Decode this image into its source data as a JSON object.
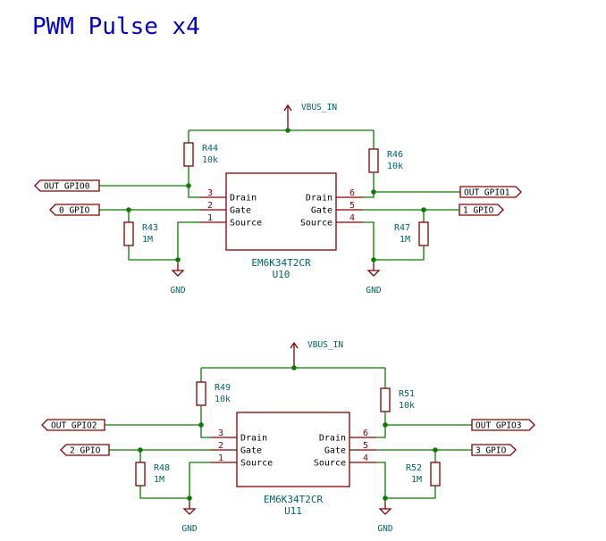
{
  "title": "PWM Pulse x4",
  "power": {
    "vbus": "VBUS_IN",
    "gnd": "GND"
  },
  "pin_names": {
    "drain": "Drain",
    "gate": "Gate",
    "source": "Source"
  },
  "colors": {
    "wire": "#0a7a00",
    "component": "#840000",
    "body_fill": "#ffffe0",
    "ref_text": "#006464",
    "title": "#0000c8"
  },
  "blocks": [
    {
      "chip": {
        "part": "EM6K34T2CR",
        "ref": "U10"
      },
      "left_pins": [
        "3",
        "2",
        "1"
      ],
      "right_pins": [
        "6",
        "5",
        "4"
      ],
      "r_pull_left": {
        "ref": "R44",
        "value": "10k"
      },
      "r_pull_right": {
        "ref": "R46",
        "value": "10k"
      },
      "r_gate_left": {
        "ref": "R43",
        "value": "1M"
      },
      "r_gate_right": {
        "ref": "R47",
        "value": "1M"
      },
      "out_left": "OUT_GPIO0",
      "out_right": "OUT_GPIO1",
      "in_left": "0_GPIO",
      "in_right": "1_GPIO"
    },
    {
      "chip": {
        "part": "EM6K34T2CR",
        "ref": "U11"
      },
      "left_pins": [
        "3",
        "2",
        "1"
      ],
      "right_pins": [
        "6",
        "5",
        "4"
      ],
      "r_pull_left": {
        "ref": "R49",
        "value": "10k"
      },
      "r_pull_right": {
        "ref": "R51",
        "value": "10k"
      },
      "r_gate_left": {
        "ref": "R48",
        "value": "1M"
      },
      "r_gate_right": {
        "ref": "R52",
        "value": "1M"
      },
      "out_left": "OUT_GPIO2",
      "out_right": "OUT_GPIO3",
      "in_left": "2_GPIO",
      "in_right": "3_GPIO"
    }
  ]
}
